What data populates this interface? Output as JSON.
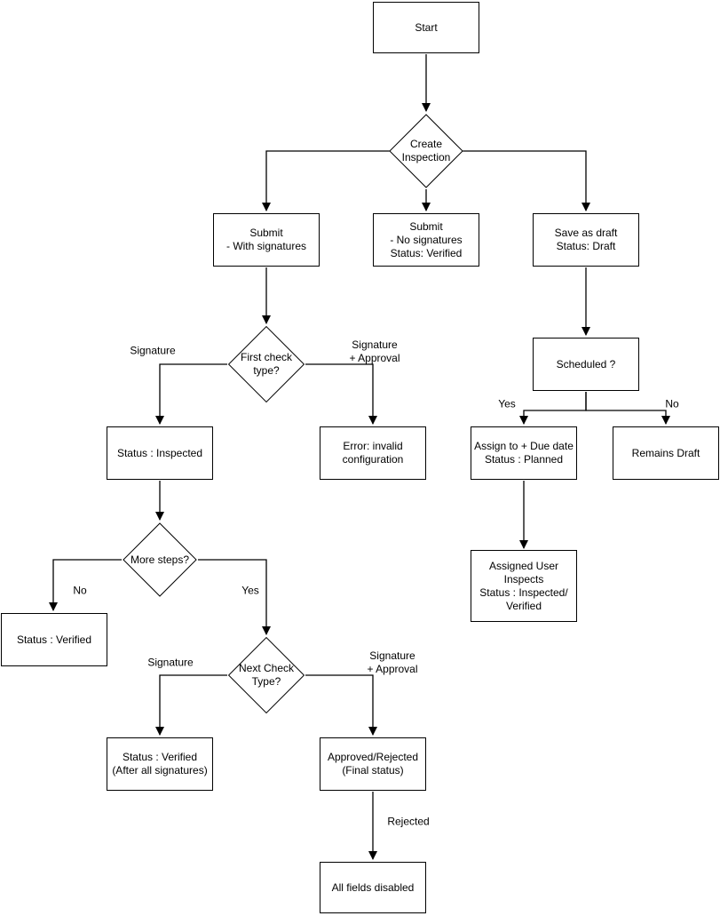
{
  "colors": {
    "background": "#ffffff",
    "node_fill": "#ffffff",
    "stroke": "#000000",
    "text": "#000000"
  },
  "nodes": {
    "start": {
      "shape": "rectangle",
      "label": "Start"
    },
    "create_inspection": {
      "shape": "diamond",
      "label": "Create\nInspection"
    },
    "submit_with_signatures": {
      "shape": "rectangle",
      "label": "Submit\n- With signatures"
    },
    "submit_no_signatures": {
      "shape": "rectangle",
      "label": "Submit\n- No signatures\nStatus: Verified"
    },
    "save_as_draft": {
      "shape": "rectangle",
      "label": "Save as draft\nStatus: Draft"
    },
    "first_check_type": {
      "shape": "diamond",
      "label": "First check\ntype?"
    },
    "status_inspected": {
      "shape": "rectangle",
      "label": "Status : Inspected"
    },
    "error_invalid_configuration": {
      "shape": "rectangle",
      "label": "Error: invalid\nconfiguration"
    },
    "scheduled": {
      "shape": "rectangle",
      "label": "Scheduled ?"
    },
    "assign_to_due_date": {
      "shape": "rectangle",
      "label": "Assign to + Due date\nStatus : Planned"
    },
    "remains_draft": {
      "shape": "rectangle",
      "label": "Remains Draft"
    },
    "assigned_user_inspects": {
      "shape": "rectangle",
      "label": "Assigned User\nInspects\nStatus : Inspected/\nVerified"
    },
    "more_steps": {
      "shape": "diamond",
      "label": "More steps?"
    },
    "status_verified": {
      "shape": "rectangle",
      "label": "Status : Verified"
    },
    "next_check_type": {
      "shape": "diamond",
      "label": "Next Check\nType?"
    },
    "status_verified_after_signatures": {
      "shape": "rectangle",
      "label": "Status : Verified\n(After all signatures)"
    },
    "approved_rejected": {
      "shape": "rectangle",
      "label": "Approved/Rejected\n(Final status)"
    },
    "all_fields_disabled": {
      "shape": "rectangle",
      "label": "All fields disabled"
    }
  },
  "edge_labels": {
    "first_check_left": "Signature",
    "first_check_right": "Signature\n+ Approval",
    "scheduled_yes": "Yes",
    "scheduled_no": "No",
    "more_steps_no": "No",
    "more_steps_yes": "Yes",
    "next_check_left": "Signature",
    "next_check_right": "Signature\n+ Approval",
    "rejected": "Rejected"
  }
}
